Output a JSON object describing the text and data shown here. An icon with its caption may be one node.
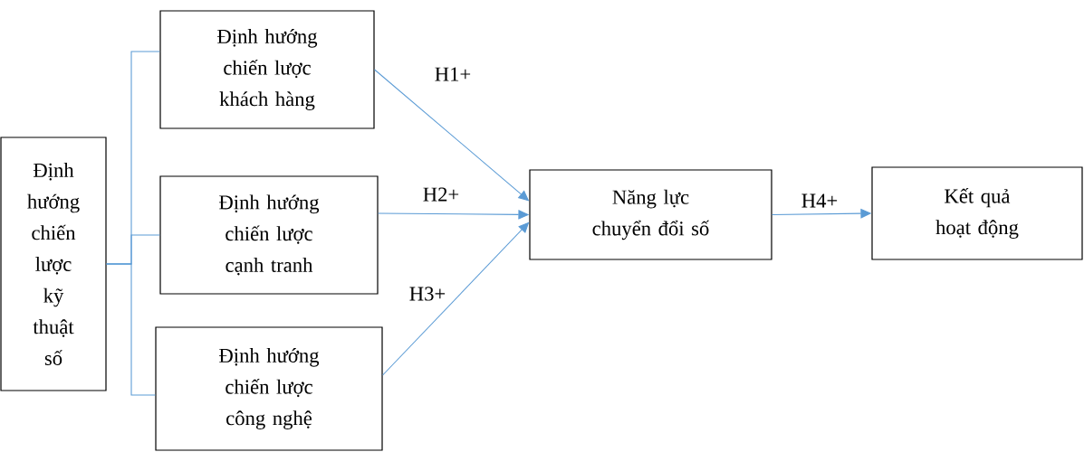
{
  "diagram": {
    "nodes": [
      {
        "text": [
          "Định hướng chiến lược kỹ thuật số"
        ]
      },
      {
        "text": [
          "Định hướng chiến lược khách hàng"
        ]
      },
      {
        "text": [
          "Định hướng chiến lược cạnh tranh"
        ]
      },
      {
        "text": [
          "Định hướng chiến lược công nghệ"
        ]
      },
      {
        "text": [
          "Năng lực chuyển đổi số"
        ]
      },
      {
        "text": [
          "Kết quả hoạt động"
        ]
      }
    ],
    "edges": [
      {
        "from": 0,
        "to": 1,
        "arrow": "none"
      },
      {
        "from": 0,
        "to": 2,
        "arrow": "none"
      },
      {
        "from": 0,
        "to": 3,
        "arrow": "none"
      },
      {
        "from": 1,
        "to": 4,
        "arrow": "to",
        "label": "H1+"
      },
      {
        "from": 2,
        "to": 4,
        "arrow": "to",
        "label": "H2+"
      },
      {
        "from": 3,
        "to": 4,
        "arrow": "to",
        "label": "H3+"
      },
      {
        "from": 4,
        "to": 5,
        "arrow": "to",
        "label": "H4+"
      }
    ]
  }
}
